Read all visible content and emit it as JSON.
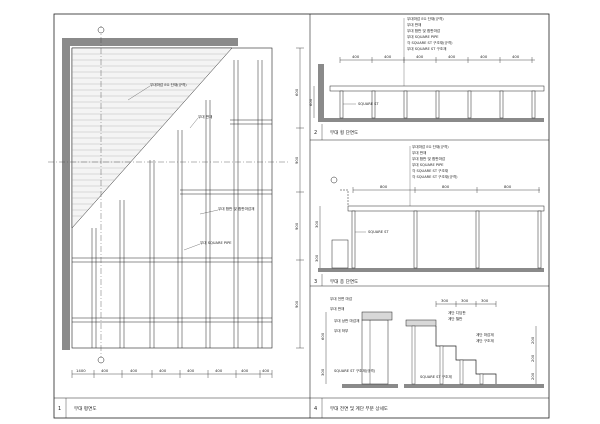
{
  "panels": {
    "p1": {
      "number": "1",
      "title": "무대 평면도"
    },
    "p2": {
      "number": "2",
      "title": "무대 횡 단면도"
    },
    "p3": {
      "number": "3",
      "title": "무대 종 단면도"
    },
    "p4": {
      "number": "4",
      "title": "무대 전면 및 계단 부분 상세도"
    }
  },
  "plan": {
    "bottom_dims": [
      "1400",
      "400",
      "400",
      "400",
      "400",
      "400",
      "400",
      "400"
    ],
    "right_dims": [
      "600",
      "900",
      "900",
      "900"
    ],
    "notes": [
      "무대마감 EG 단재(규격)",
      "무대 판재",
      "무대 합판 및 합판마감재",
      "무대 SQUARE PIPE"
    ]
  },
  "section_transverse": {
    "top_dims": [
      "400",
      "400",
      "400",
      "400",
      "400",
      "400"
    ],
    "left_dim": "600",
    "notes": [
      "무대마감 EG 단재(규격)",
      "무대 판재",
      "무대 합판 및 합판마감",
      "무대 SQUARE PIPE",
      "각 SQUARE ST 구조재(규격)",
      "무대 SQUARE ST 구조재"
    ],
    "callout": "SQUARE ST"
  },
  "section_longitudinal": {
    "top_dims": [
      "800",
      "800",
      "800"
    ],
    "left_dims": [
      "300",
      "300"
    ],
    "notes": [
      "무대마감 EG 단재(규격)",
      "무대 판재",
      "무대 합판 및 합판마감",
      "무대 SQUARE PIPE",
      "각 SQUARE ST 구조재",
      "각 SQUARE ST 구조재(규격)"
    ],
    "callout": "SQUARE ST"
  },
  "detail": {
    "top_dims": [
      "300",
      "300",
      "300"
    ],
    "left_dims": [
      "600",
      "300"
    ],
    "right_dims": [
      "200",
      "200",
      "200"
    ],
    "notes_left": [
      "무대 전면 마감",
      "무대 판재",
      "무대 상판 마감재",
      "무대 하부",
      "SQUARE ST 구조재(규격)"
    ],
    "notes_right": [
      "계단 디딤판",
      "계단 챌판",
      "계단 마감재",
      "계단 구조재",
      "SQUARE ST 구조재"
    ]
  }
}
